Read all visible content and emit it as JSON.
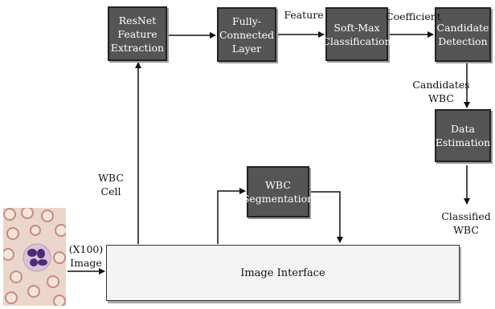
{
  "nodes": {
    "resnet": "ResNet\nFeature\nExtraction",
    "fully_connected": "Fully-\nConnected\nLayer",
    "softmax": "Soft-Max\nClassification",
    "candidate_detection": "Candidate\nDetection",
    "data_estimation": "Data\nEstimation",
    "wbc_segmentation": "WBC\nSegmentation",
    "image_interface": "Image Interface"
  },
  "edge_labels": {
    "feature": "Feature",
    "coefficient": "Coefficient",
    "candidates_wbc": "Candidates\nWBC",
    "wbc_cell": "WBC\nCell",
    "classified_wbc": "Classified\nWBC",
    "x100_image": "(X100)\nImage"
  },
  "image": {
    "subject": "microscope-blood-smear"
  },
  "colors": {
    "node_fill": "#555555",
    "node_text": "#ffffff",
    "interface_fill": "#f4f4f4",
    "wire": "#111111"
  }
}
